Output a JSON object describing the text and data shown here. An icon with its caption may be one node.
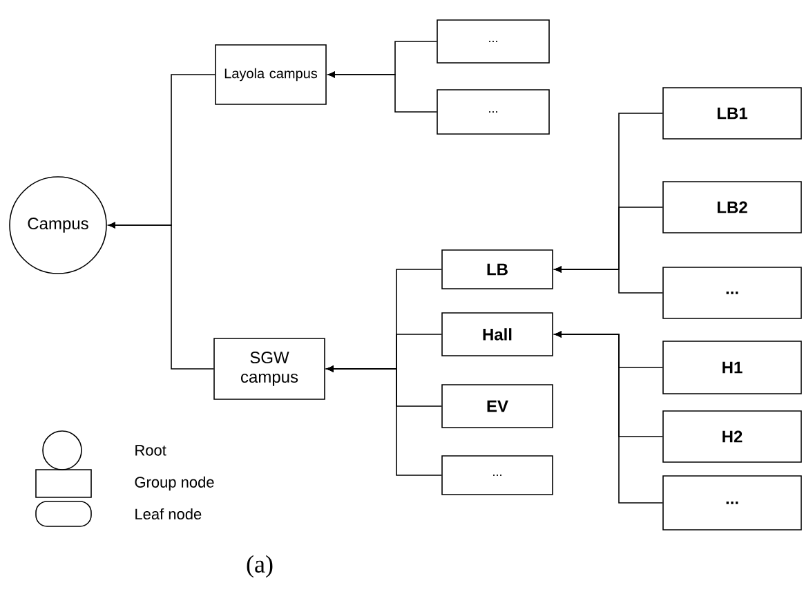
{
  "diagram": {
    "caption": "(a)",
    "nodes": [
      {
        "text": [
          "Campus"
        ]
      },
      {
        "text": [
          "Layola campus"
        ]
      },
      {
        "text": [
          "..."
        ]
      },
      {
        "text": [
          "..."
        ]
      },
      {
        "text": [
          "SGW campus"
        ]
      },
      {
        "text": [
          "LB"
        ]
      },
      {
        "text": [
          "Hall"
        ]
      },
      {
        "text": [
          "EV"
        ]
      },
      {
        "text": [
          "..."
        ]
      },
      {
        "text": [
          "LB1"
        ]
      },
      {
        "text": [
          "LB2"
        ]
      },
      {
        "text": [
          "..."
        ]
      },
      {
        "text": [
          "H1"
        ]
      },
      {
        "text": [
          "H2"
        ]
      },
      {
        "text": [
          "..."
        ]
      }
    ],
    "edges": [
      {
        "from": 1,
        "to": 0,
        "arrow": "to"
      },
      {
        "from": 4,
        "to": 0,
        "arrow": "to"
      },
      {
        "from": 2,
        "to": 1,
        "arrow": "to"
      },
      {
        "from": 3,
        "to": 1,
        "arrow": "to"
      },
      {
        "from": 5,
        "to": 4,
        "arrow": "to"
      },
      {
        "from": 6,
        "to": 4,
        "arrow": "to"
      },
      {
        "from": 7,
        "to": 4,
        "arrow": "to"
      },
      {
        "from": 8,
        "to": 4,
        "arrow": "to"
      },
      {
        "from": 9,
        "to": 5,
        "arrow": "to"
      },
      {
        "from": 10,
        "to": 5,
        "arrow": "to"
      },
      {
        "from": 11,
        "to": 5,
        "arrow": "to"
      },
      {
        "from": 12,
        "to": 6,
        "arrow": "to"
      },
      {
        "from": 13,
        "to": 6,
        "arrow": "to"
      },
      {
        "from": 14,
        "to": 6,
        "arrow": "to"
      }
    ],
    "legend": [
      {
        "text": "Root"
      },
      {
        "text": "Group node"
      },
      {
        "text": "Leaf node"
      }
    ]
  }
}
